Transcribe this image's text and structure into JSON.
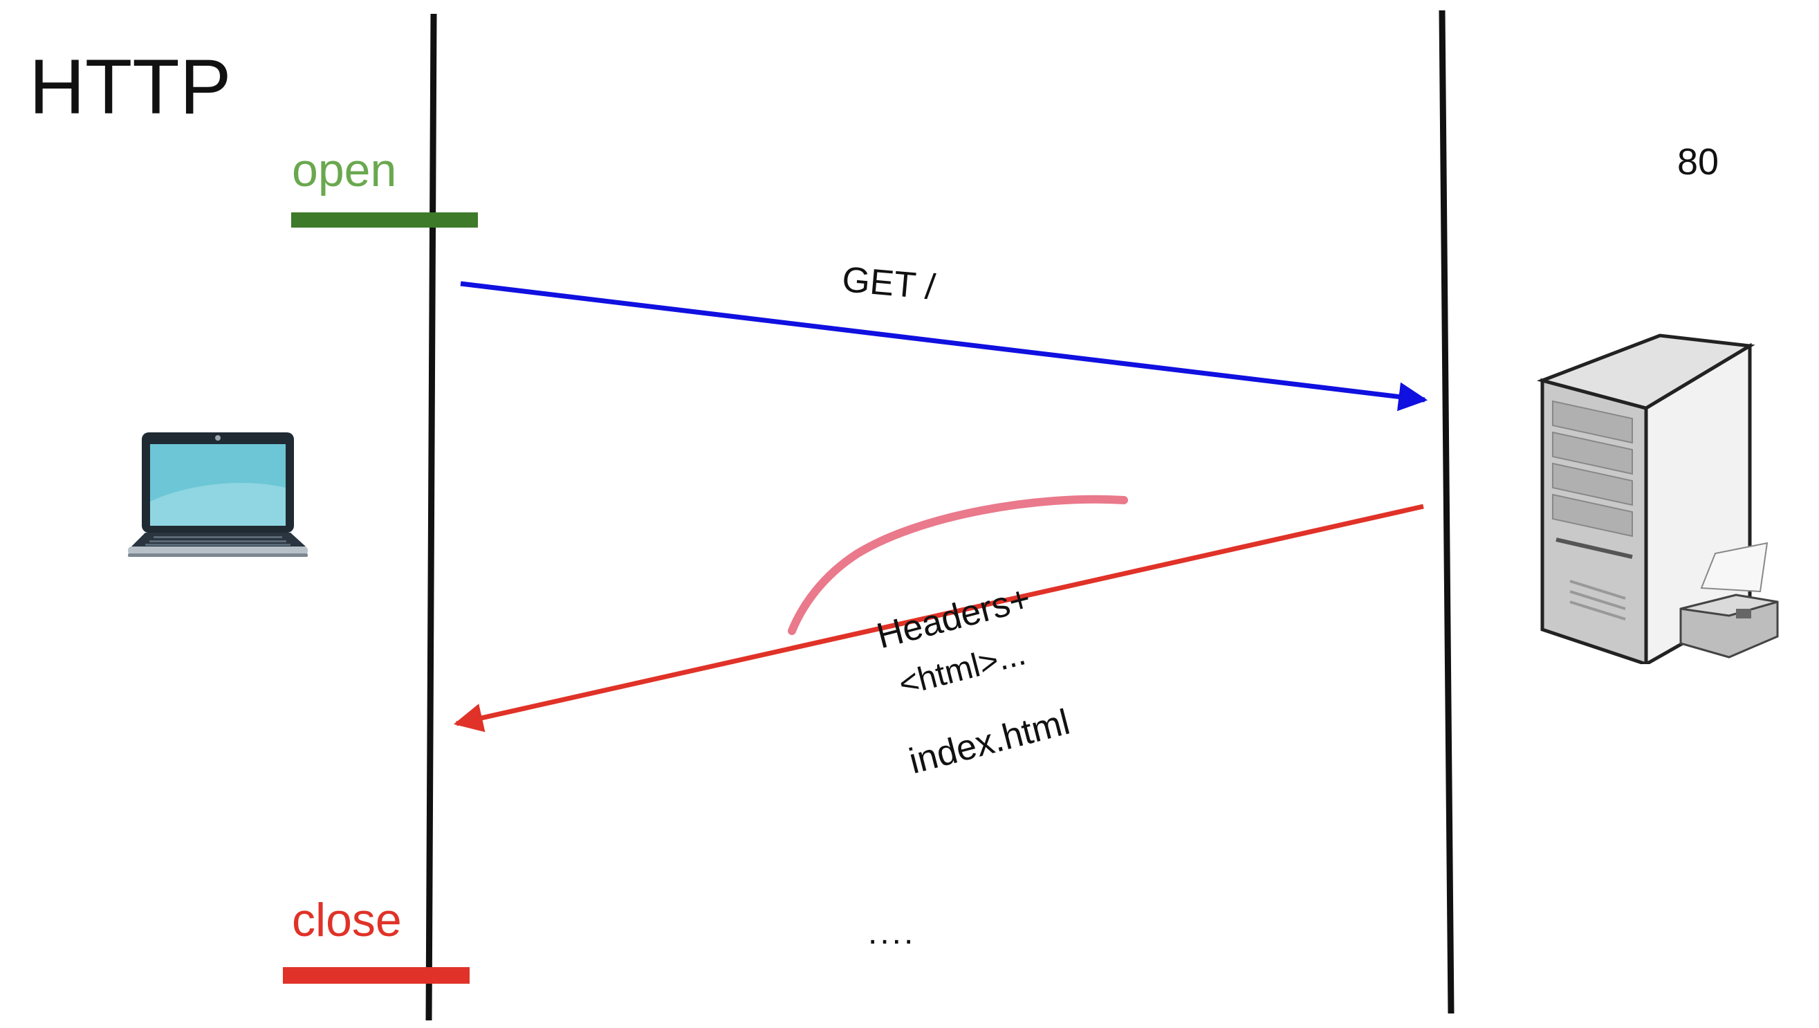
{
  "title": "HTTP",
  "port": "80",
  "connection": {
    "open_label": "open",
    "close_label": "close"
  },
  "messages": {
    "request_label": "GET /",
    "response_label_line1": "Headers+",
    "response_label_line2": "index.html",
    "response_body_label": "<html>...",
    "continuation_label": "...."
  },
  "icons": {
    "client": "laptop-icon",
    "server": "server-tower-icon"
  },
  "colors": {
    "open": "#3d7a2a",
    "open_text": "#6aa84f",
    "close": "#e03228",
    "request_arrow": "#1010e0",
    "response_arrow": "#e03228",
    "lifeline": "#111111",
    "highlight_stroke": "#e0405a"
  }
}
